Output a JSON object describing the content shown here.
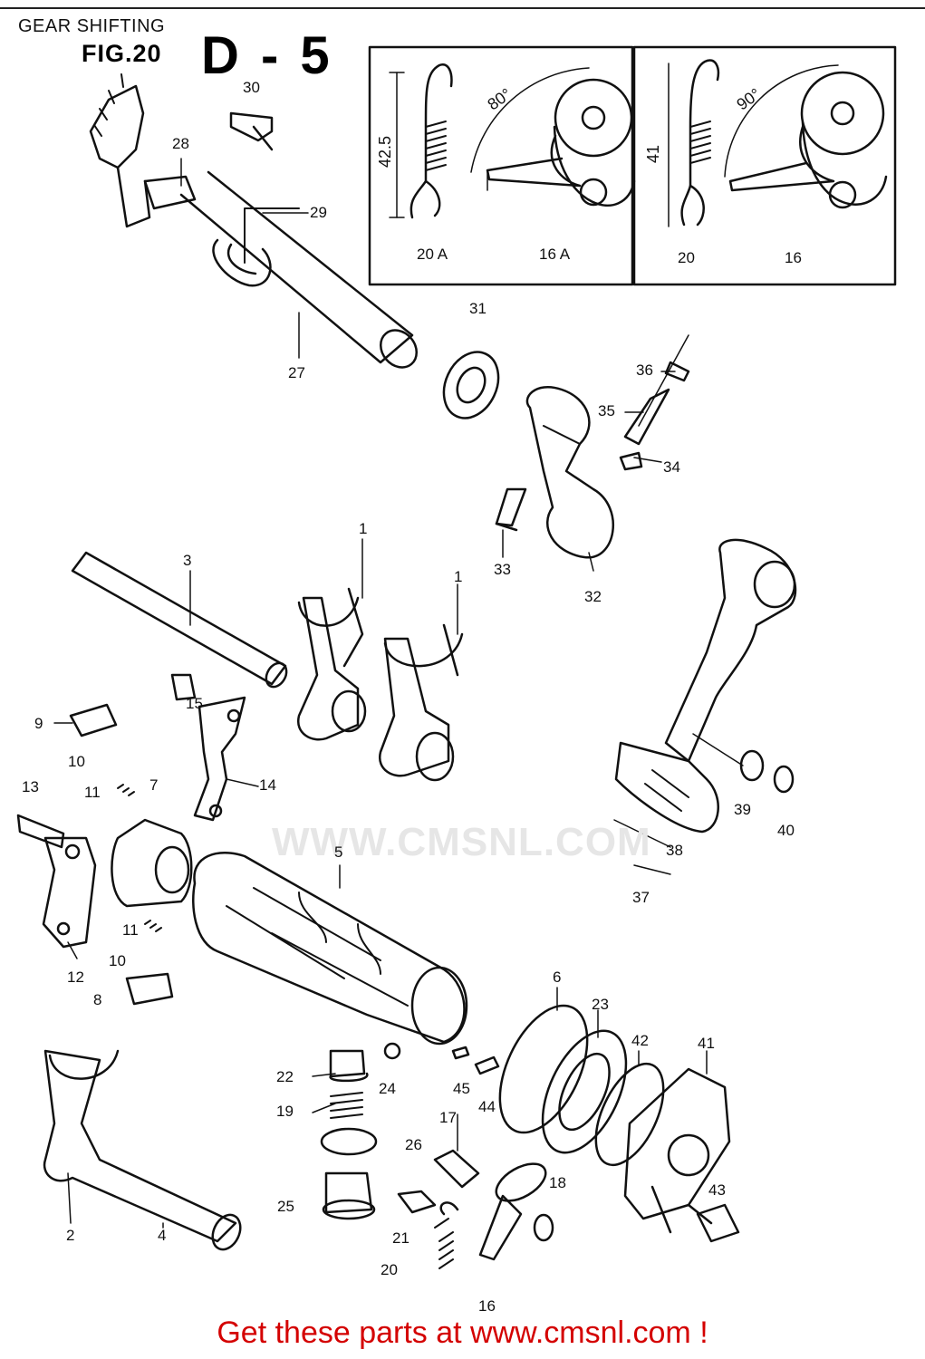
{
  "header": {
    "title": "GEAR SHIFTING",
    "figure_label": "FIG.20",
    "figure_code": "D - 5"
  },
  "inset_left": {
    "dim_length": "42.5",
    "dim_angle": "80°",
    "labels": [
      "20 A",
      "16 A"
    ]
  },
  "inset_right": {
    "dim_length": "41",
    "dim_angle": "90°",
    "labels": [
      "20",
      "16"
    ]
  },
  "callouts": [
    "30",
    "28",
    "29",
    "27",
    "31",
    "36",
    "35",
    "34",
    "33",
    "32",
    "3",
    "1",
    "1",
    "15",
    "9",
    "10",
    "11",
    "13",
    "7",
    "14",
    "12",
    "11",
    "10",
    "8",
    "5",
    "39",
    "40",
    "38",
    "37",
    "6",
    "23",
    "42",
    "41",
    "22",
    "24",
    "45",
    "44",
    "19",
    "26",
    "17",
    "18",
    "25",
    "21",
    "43",
    "2",
    "4",
    "20",
    "16"
  ],
  "watermark": "WWW.CMSNL.COM",
  "footer": "Get these parts at www.cmsnl.com !"
}
